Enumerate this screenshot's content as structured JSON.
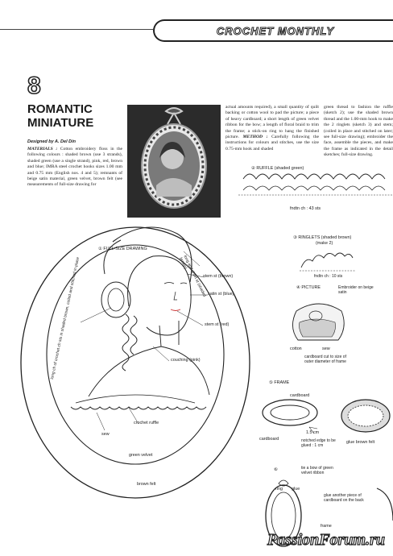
{
  "header": {
    "title": "CROCHET MONTHLY"
  },
  "article": {
    "number": "8",
    "title": "ROMANTIC MINIATURE",
    "designer": "Designed by A. Del Din",
    "materials_label": "MATERIALS :",
    "materials_text": "Cotton embroidery floss in the following colours : shaded brown (use 3 strands), shaded green (use a single strand), pink, red, brown and blue; IMRA steel crochet hooks sizes 1.00 mm and 0.75 mm (English nos. 4 and 5); remnants of beige satin material, green velvet, brown felt (see measurements of full-size drawing for",
    "col2_text": "actual amounts required), a small quantity of quilt backing or cotton wool to pad the picture; a piece of heavy cardboard; a short length of green velvet ribbon for the bow; a length of floral braid to trim the frame; a stick-on ring to hang the finished picture.",
    "method_label": "METHOD :",
    "method_text": "Carefully following the instructions for colours and stitches, use the size 0.75-mm hook and shaded",
    "col3_text": "green thread to fashion the ruffle (sketch 2); use the shaded brown thread and the 1.00-mm hook to make the 2 ringlets (sketch 3) and stem; (coiled in place and stitched on later; see full-size drawing); embroider the face, assemble the pieces, and make the frame as indicated in the detail sketches; full-size drawing."
  },
  "drawing": {
    "caption": "① FULL-SIZE DRAWING",
    "labels": {
      "long_ch_short": "long and short st (shaded brown)",
      "stem_brown": "stem st (brown)",
      "satin_blue": "satin st (blue)",
      "stem_red": "stem st (red)",
      "couching": "couching (pink)",
      "long_ch_left": "long ch of crochet ch sts in shaded brown, coiled and stitched in place",
      "ruffle": "crochet ruffle",
      "sew": "sew",
      "green_velvet": "green velvet",
      "brown_felt": "brown felt"
    }
  },
  "sketches": {
    "ruffle": {
      "title": "② RUFFLE (shaded green)",
      "fndtn": "fndtn ch : 43 sts"
    },
    "ringlets": {
      "title": "③ RINGLETS (shaded brown)",
      "sub": "(make 2)",
      "fndtn": "fndtn ch : 10 sts"
    },
    "picture": {
      "title": "④ PICTURE",
      "embroider": "Embroider on beige satin",
      "cotton": "cotton",
      "sew": "sew",
      "cardboard_cut": "cardboard cut to size of outer diameter of frame"
    },
    "frame": {
      "title": "⑤ FRAME",
      "cardboard1": "cardboard",
      "cardboard2": "cardboard",
      "dim": "1.5 cm",
      "notched": "notched edge to be glued : 1 cm",
      "glue_felt": "glue brown felt"
    },
    "finish": {
      "num": "⑥",
      "bow": "tie a bow of green velvet ribbon",
      "ring": "ring",
      "glue": "glue",
      "glue_another": "glue another piece of cardboard on the back",
      "frame": "frame"
    }
  },
  "watermark": "PassionForum.ru"
}
